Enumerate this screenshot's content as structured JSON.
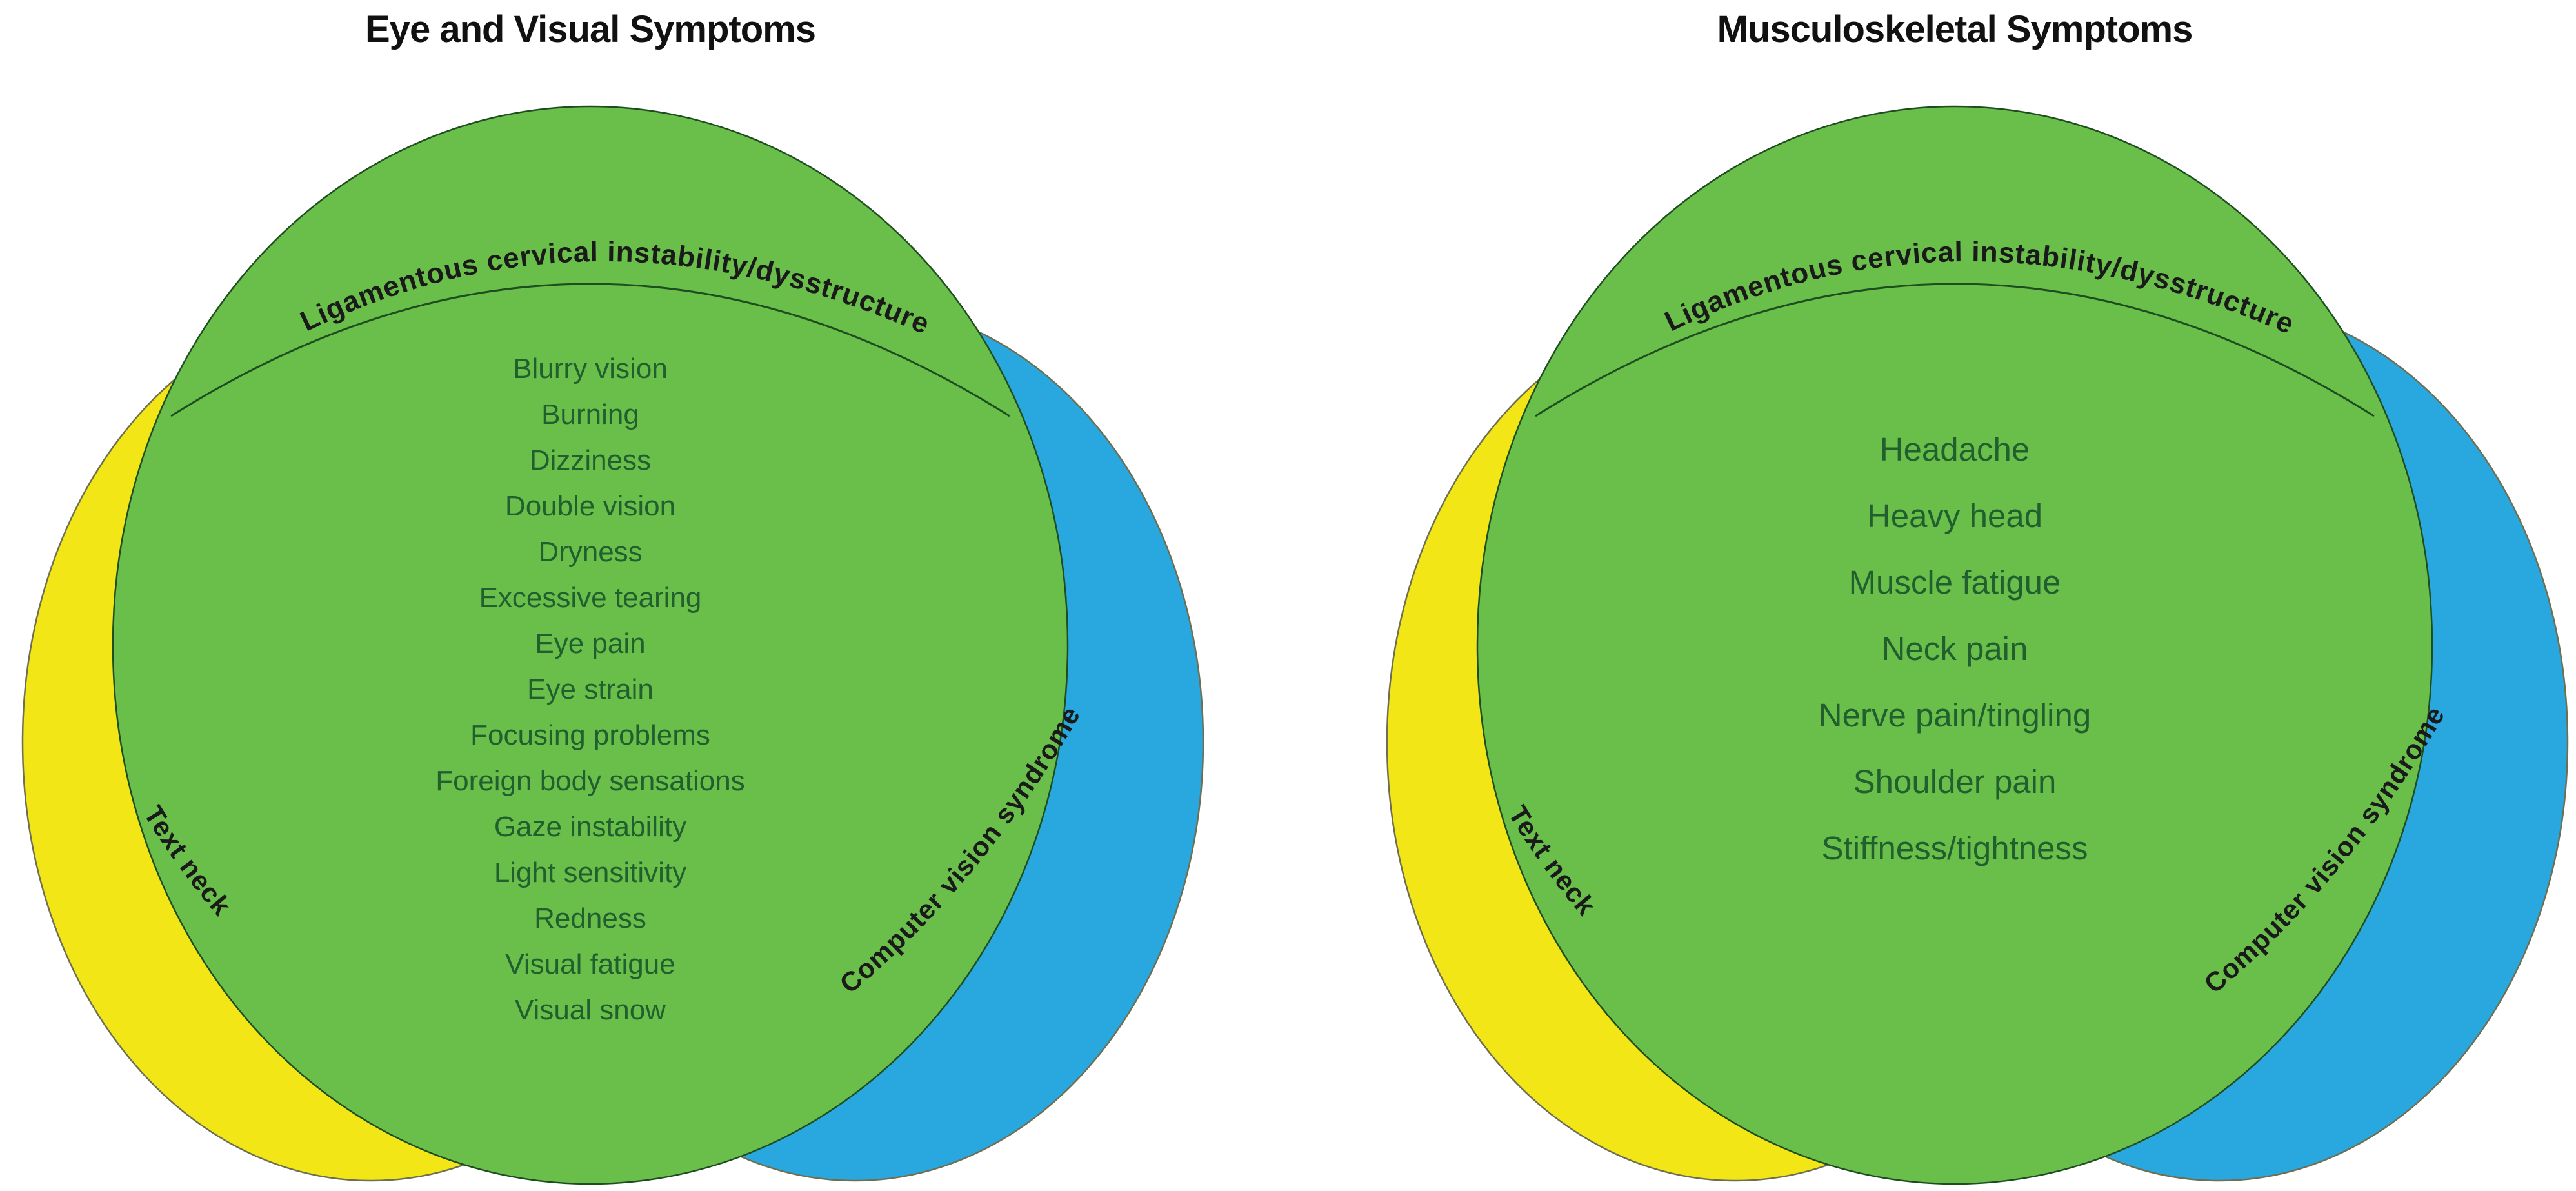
{
  "figure": {
    "shared": {
      "green_label": "Ligamentous cervical instability/dysstructure",
      "yellow_label": "Text neck",
      "blue_label": "Computer vision syndrome",
      "colors": {
        "green": "#6abf4b",
        "yellow": "#f2e616",
        "blue": "#28a8df",
        "green_outline": "#1e4d20",
        "circle_outline": "#6e6e52",
        "list_text": "#215f2e",
        "label_text": "#1a1a1a",
        "title_text": "#111111"
      }
    },
    "diagrams": [
      {
        "title": "Eye and Visual Symptoms",
        "symptoms": [
          "Blurry vision",
          "Burning",
          "Dizziness",
          "Double vision",
          "Dryness",
          "Excessive tearing",
          "Eye pain",
          "Eye strain",
          "Focusing problems",
          "Foreign body sensations",
          "Gaze instability",
          "Light sensitivity",
          "Redness",
          "Visual fatigue",
          "Visual snow"
        ]
      },
      {
        "title": "Musculoskeletal Symptoms",
        "symptoms": [
          "Headache",
          "Heavy head",
          "Muscle fatigue",
          "Neck pain",
          "Nerve pain/tingling",
          "Shoulder pain",
          "Stiffness/tightness"
        ]
      }
    ]
  }
}
